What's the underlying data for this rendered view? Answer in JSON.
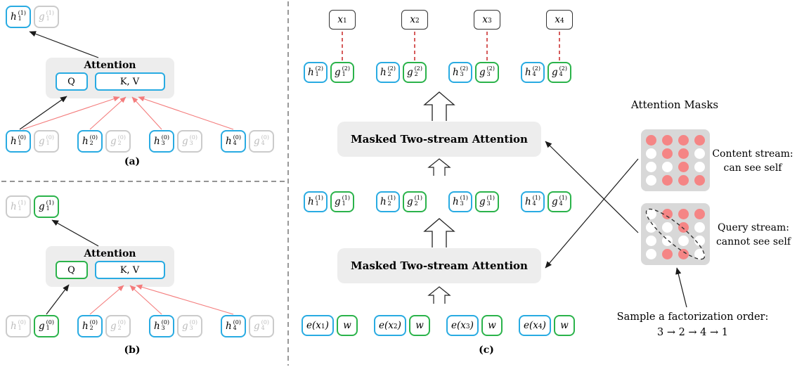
{
  "colors": {
    "blue": "#29ABE2",
    "green": "#2BB34B",
    "gray_border": "#CBCBCB",
    "gray_text": "#BDBDBD",
    "red_arrow": "#F47C7C",
    "red_dot": "#F58585",
    "dashed_red": "#CC3333",
    "panel_bg": "#EDEDED",
    "mask_bg": "#D8D8D8"
  },
  "panel_a": {
    "caption": "(a)",
    "attention": {
      "title": "Attention",
      "q": "Q",
      "kv": "K, V"
    },
    "outputs": [
      {
        "base": "h",
        "sub": "1",
        "sup": "(1)",
        "color": "blue"
      },
      {
        "base": "g",
        "sub": "1",
        "sup": "(1)",
        "color": "gray"
      }
    ],
    "inputs": [
      [
        {
          "base": "h",
          "sub": "1",
          "sup": "(0)",
          "color": "blue"
        },
        {
          "base": "g",
          "sub": "1",
          "sup": "(0)",
          "color": "gray"
        }
      ],
      [
        {
          "base": "h",
          "sub": "2",
          "sup": "(0)",
          "color": "blue"
        },
        {
          "base": "g",
          "sub": "2",
          "sup": "(0)",
          "color": "gray"
        }
      ],
      [
        {
          "base": "h",
          "sub": "3",
          "sup": "(0)",
          "color": "blue"
        },
        {
          "base": "g",
          "sub": "3",
          "sup": "(0)",
          "color": "gray"
        }
      ],
      [
        {
          "base": "h",
          "sub": "4",
          "sup": "(0)",
          "color": "blue"
        },
        {
          "base": "g",
          "sub": "4",
          "sup": "(0)",
          "color": "gray"
        }
      ]
    ]
  },
  "panel_b": {
    "caption": "(b)",
    "attention": {
      "title": "Attention",
      "q": "Q",
      "kv": "K, V"
    },
    "outputs": [
      {
        "base": "h",
        "sub": "1",
        "sup": "(1)",
        "color": "gray"
      },
      {
        "base": "g",
        "sub": "1",
        "sup": "(1)",
        "color": "green"
      }
    ],
    "inputs": [
      [
        {
          "base": "h",
          "sub": "1",
          "sup": "(0)",
          "color": "gray"
        },
        {
          "base": "g",
          "sub": "1",
          "sup": "(0)",
          "color": "green"
        }
      ],
      [
        {
          "base": "h",
          "sub": "2",
          "sup": "(0)",
          "color": "blue"
        },
        {
          "base": "g",
          "sub": "2",
          "sup": "(0)",
          "color": "gray"
        }
      ],
      [
        {
          "base": "h",
          "sub": "3",
          "sup": "(0)",
          "color": "blue"
        },
        {
          "base": "g",
          "sub": "3",
          "sup": "(0)",
          "color": "gray"
        }
      ],
      [
        {
          "base": "h",
          "sub": "4",
          "sup": "(0)",
          "color": "blue"
        },
        {
          "base": "g",
          "sub": "4",
          "sup": "(0)",
          "color": "gray"
        }
      ]
    ]
  },
  "panel_c": {
    "caption": "(c)",
    "attention_top": "Masked Two-stream Attention",
    "attention_bottom": "Masked Two-stream Attention",
    "x_row": [
      {
        "base": "x",
        "sub": "1",
        "color": "black",
        "inline": true
      },
      {
        "base": "x",
        "sub": "2",
        "color": "black",
        "inline": true
      },
      {
        "base": "x",
        "sub": "3",
        "color": "black",
        "inline": true
      },
      {
        "base": "x",
        "sub": "4",
        "color": "black",
        "inline": true
      }
    ],
    "layer2": [
      [
        {
          "base": "h",
          "sub": "1",
          "sup": "(2)",
          "color": "blue"
        },
        {
          "base": "g",
          "sub": "1",
          "sup": "(2)",
          "color": "green"
        }
      ],
      [
        {
          "base": "h",
          "sub": "2",
          "sup": "(2)",
          "color": "blue"
        },
        {
          "base": "g",
          "sub": "2",
          "sup": "(2)",
          "color": "green"
        }
      ],
      [
        {
          "base": "h",
          "sub": "3",
          "sup": "(2)",
          "color": "blue"
        },
        {
          "base": "g",
          "sub": "3",
          "sup": "(2)",
          "color": "green"
        }
      ],
      [
        {
          "base": "h",
          "sub": "4",
          "sup": "(2)",
          "color": "blue"
        },
        {
          "base": "g",
          "sub": "4",
          "sup": "(2)",
          "color": "green"
        }
      ]
    ],
    "layer1": [
      [
        {
          "base": "h",
          "sub": "1",
          "sup": "(1)",
          "color": "blue"
        },
        {
          "base": "g",
          "sub": "1",
          "sup": "(1)",
          "color": "green"
        }
      ],
      [
        {
          "base": "h",
          "sub": "2",
          "sup": "(1)",
          "color": "blue"
        },
        {
          "base": "g",
          "sub": "2",
          "sup": "(1)",
          "color": "green"
        }
      ],
      [
        {
          "base": "h",
          "sub": "3",
          "sup": "(1)",
          "color": "blue"
        },
        {
          "base": "g",
          "sub": "3",
          "sup": "(1)",
          "color": "green"
        }
      ],
      [
        {
          "base": "h",
          "sub": "4",
          "sup": "(1)",
          "color": "blue"
        },
        {
          "base": "g",
          "sub": "4",
          "sup": "(1)",
          "color": "green"
        }
      ]
    ],
    "embed_row": [
      [
        {
          "base": "e(x",
          "sub": "1",
          "post": ")",
          "color": "blue",
          "inline": true
        },
        {
          "base": "w",
          "color": "green"
        }
      ],
      [
        {
          "base": "e(x",
          "sub": "2",
          "post": ")",
          "color": "blue",
          "inline": true
        },
        {
          "base": "w",
          "color": "green"
        }
      ],
      [
        {
          "base": "e(x",
          "sub": "3",
          "post": ")",
          "color": "blue",
          "inline": true
        },
        {
          "base": "w",
          "color": "green"
        }
      ],
      [
        {
          "base": "e(x",
          "sub": "4",
          "post": ")",
          "color": "blue",
          "inline": true
        },
        {
          "base": "w",
          "color": "green"
        }
      ]
    ]
  },
  "masks": {
    "title": "Attention Masks",
    "content": {
      "label_line1": "Content stream:",
      "label_line2": "can see self",
      "grid": [
        [
          1,
          1,
          1,
          1
        ],
        [
          0,
          1,
          1,
          0
        ],
        [
          0,
          0,
          1,
          0
        ],
        [
          0,
          1,
          1,
          1
        ]
      ]
    },
    "query": {
      "label_line1": "Query stream:",
      "label_line2": "cannot see self",
      "grid": [
        [
          0,
          1,
          1,
          1
        ],
        [
          0,
          0,
          1,
          0
        ],
        [
          0,
          0,
          0,
          0
        ],
        [
          0,
          1,
          1,
          0
        ]
      ]
    }
  },
  "factorization": {
    "line1": "Sample a factorization order:",
    "line2": "3 → 2 → 4 → 1"
  }
}
